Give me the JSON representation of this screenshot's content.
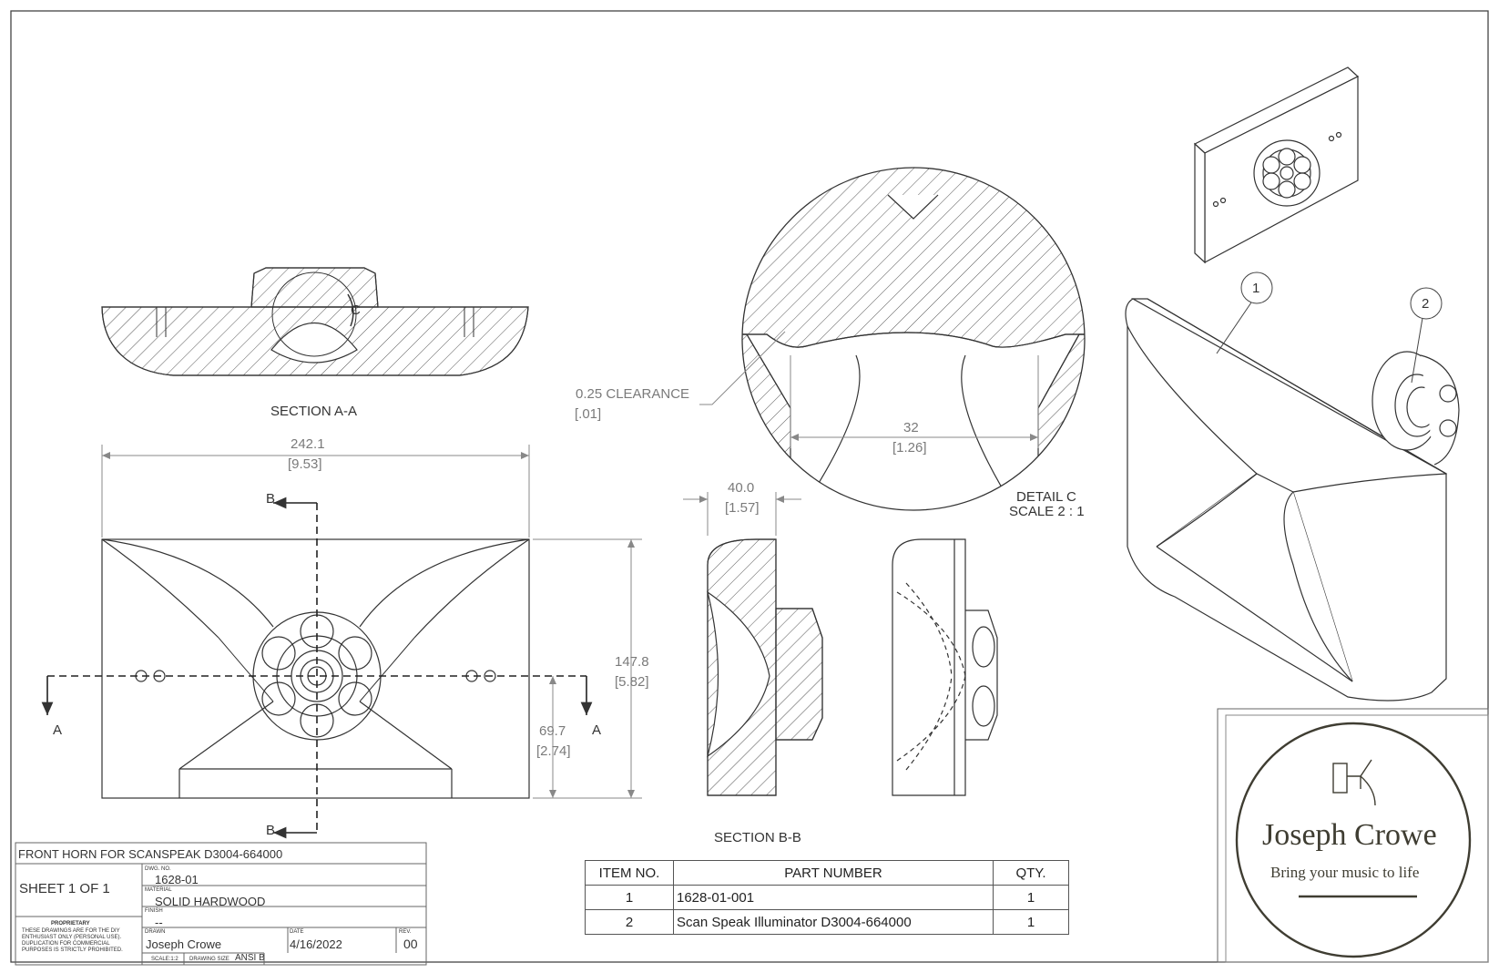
{
  "section_aa": {
    "title": "SECTION A-A",
    "detail_label": "C"
  },
  "front_view": {
    "width_mm": "242.1",
    "width_in": "[9.53]",
    "height_mm": "147.8",
    "height_in": "[5.82]",
    "center_mm": "69.7",
    "center_in": "[2.74]",
    "cut_a_left": "A",
    "cut_a_right": "A",
    "cut_b_top": "B",
    "cut_b_bottom": "B"
  },
  "detail_c": {
    "clearance_mm": "0.25 CLEARANCE",
    "clearance_in": "[.01]",
    "throat_mm": "32",
    "throat_in": "[1.26]",
    "title": "DETAIL C",
    "scale": "SCALE 2 : 1"
  },
  "section_bb": {
    "depth_mm": "40.0",
    "depth_in": "[1.57]",
    "title": "SECTION B-B"
  },
  "balloons": [
    "1",
    "2"
  ],
  "bom": {
    "headers": [
      "ITEM NO.",
      "PART NUMBER",
      "QTY."
    ],
    "rows": [
      {
        "item": "1",
        "part": "1628-01-001",
        "qty": "1"
      },
      {
        "item": "2",
        "part": "Scan Speak Illuminator D3004-664000",
        "qty": "1"
      }
    ]
  },
  "title_block": {
    "title": "FRONT HORN FOR SCANSPEAK D3004-664000",
    "sheet": "SHEET 1 OF 1",
    "dwg_no_label": "DWG. NO.",
    "dwg_no": "1628-01",
    "material_label": "MATERIAL",
    "material": "SOLID HARDWOOD",
    "finish_label": "FINISH",
    "finish": "--",
    "drawn_label": "DRAWN",
    "drawn": "Joseph Crowe",
    "date_label": "DATE",
    "date": "4/16/2022",
    "rev_label": "REV.",
    "rev": "00",
    "scale": "SCALE:1:2",
    "size_label": "DRAWING SIZE",
    "size": "ANSI B",
    "proprietary": "PROPRIETARY",
    "notice_1": "THESE DRAWINGS ARE FOR THE DIY",
    "notice_2": "ENTHUSIAST ONLY (PERSONAL USE).",
    "notice_3": "DUPLICATION FOR COMMERCIAL",
    "notice_4": "PURPOSES IS STRICTLY PROHIBITED."
  },
  "logo": {
    "name": "Joseph Crowe",
    "tagline": "Bring your music to life"
  },
  "colors": {
    "line": "#333333",
    "dim": "#8a8a8a",
    "logo": "#3f3d32"
  }
}
